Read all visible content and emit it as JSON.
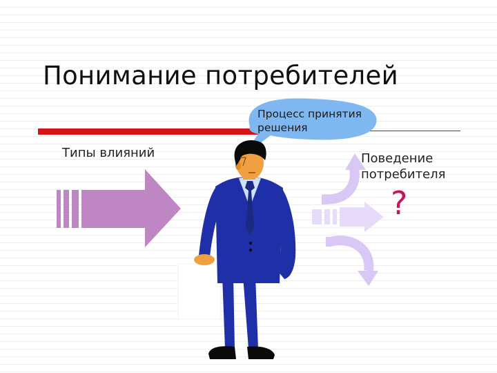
{
  "slide": {
    "title": "Понимание потребителей",
    "influence_label": "Типы влияний",
    "bubble_text": "Процесс принятия решения",
    "behavior_label": "Поведение потребителя",
    "question_mark": "?"
  },
  "colors": {
    "title_bar": "#d6151b",
    "influence_arrow": "#bf86c4",
    "thought_bubble": "#7fb8f0",
    "outcome_arrows": "#d9c8f5",
    "suit": "#1f2fa8",
    "question_mark": "#c2185b"
  },
  "icons": [
    "influence-arrow-icon",
    "thought-bubble-icon",
    "businessman-icon",
    "curved-arrow-up-icon",
    "straight-arrow-icon",
    "curved-arrow-down-icon",
    "briefcase-icon"
  ]
}
